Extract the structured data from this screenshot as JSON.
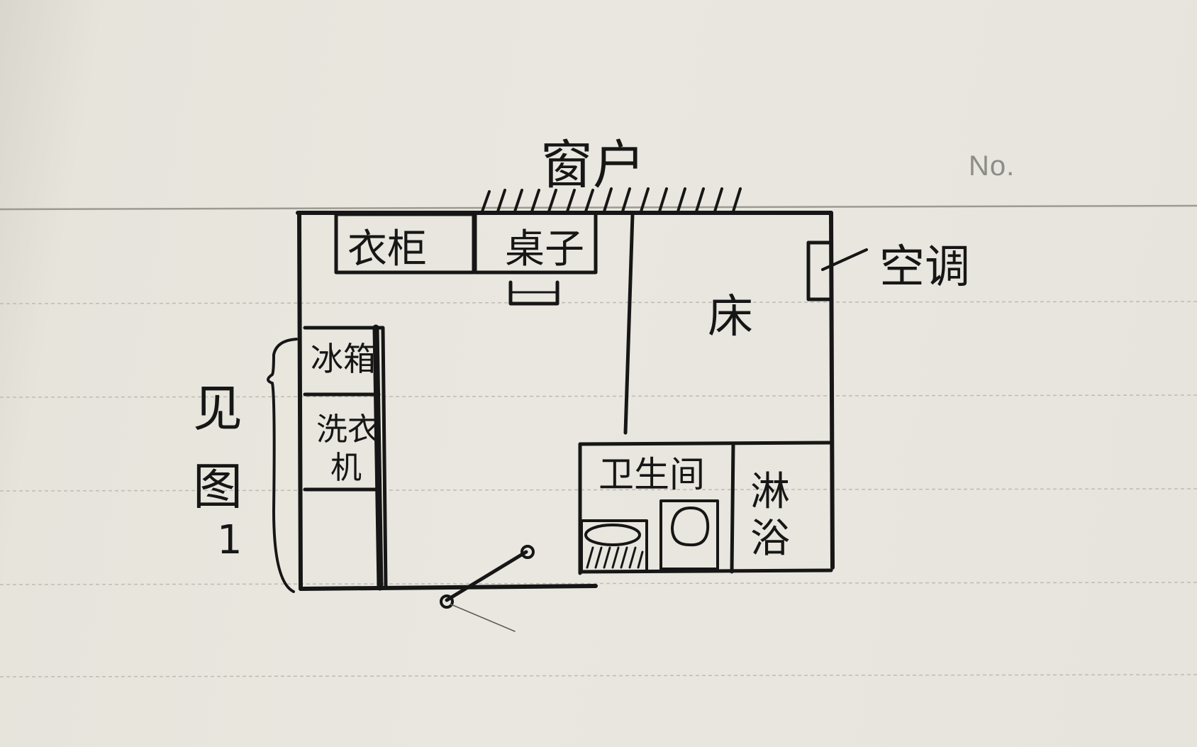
{
  "page": {
    "number_label": "No."
  },
  "labels": {
    "window": "窗户",
    "wardrobe": "衣柜",
    "table": "桌子",
    "air_conditioner": "空调",
    "bed": "床",
    "fridge": "冰箱",
    "washer_line1": "洗衣",
    "washer_line2": "机",
    "bathroom": "卫生间",
    "shower_line1": "淋",
    "shower_line2": "浴",
    "see_figure": [
      "见",
      "图",
      "1"
    ]
  },
  "colors": {
    "paper": "#e6e4db",
    "ink": "#161616",
    "ruled_line": "#b9b7ae",
    "page_number": "#8c8c88"
  }
}
